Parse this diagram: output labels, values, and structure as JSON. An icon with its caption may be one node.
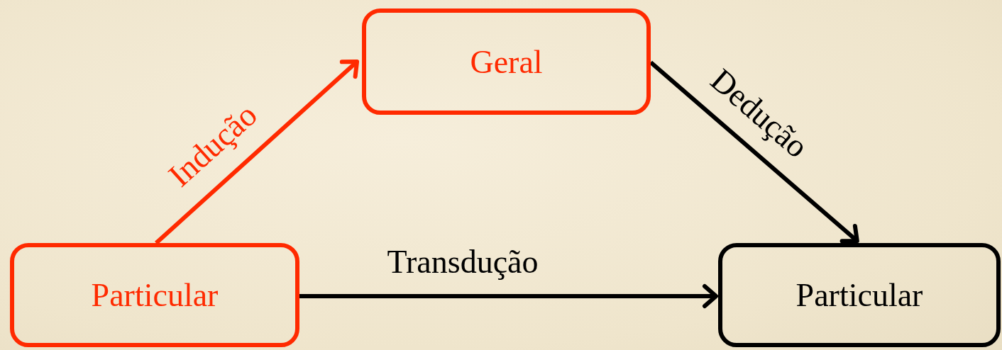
{
  "diagram": {
    "nodes": [
      {
        "text": [
          "Particular"
        ]
      },
      {
        "text": [
          "Geral"
        ]
      },
      {
        "text": [
          "Particular"
        ]
      }
    ],
    "edges": [
      {
        "from": 0,
        "to": 1,
        "arrow": "to",
        "label": "Indução",
        "color": "#ff2a00"
      },
      {
        "from": 1,
        "to": 2,
        "arrow": "to",
        "label": "Dedução"
      },
      {
        "from": 0,
        "to": 2,
        "arrow": "to",
        "label": "Transdução"
      }
    ]
  }
}
